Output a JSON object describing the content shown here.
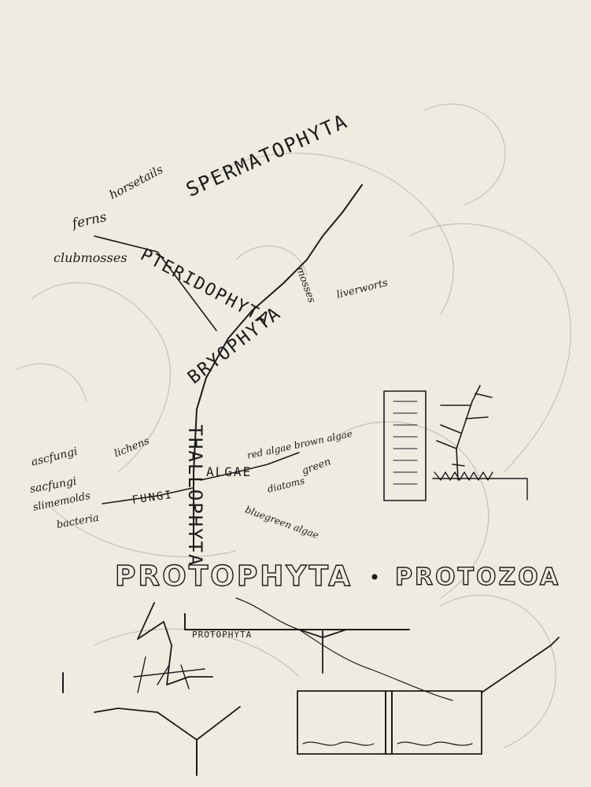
{
  "taxa": {
    "spermatophyta": "SPERMATOPHYTA",
    "pteridophyta": "PTERIDOPHYTA",
    "bryophyta": "BRYOPHYTA",
    "thallophyta": "THALLOPHYTA",
    "algae": "ALGAE",
    "fungi": "FUNGI",
    "protophyta": "PROTOPHYTA",
    "protozoa": "PROTOZOA",
    "protophyta_small": "PROTOPHYTA"
  },
  "notes": {
    "horsetails": "horsetails",
    "ferns": "ferns",
    "clubmosses": "clubmosses",
    "mosses": "mosses",
    "liverworts": "liverworts",
    "ascfungi": "ascfungi",
    "sacfungi": "sacfungi",
    "lichens": "lichens",
    "slimemolds": "slimemolds",
    "bacteria": "bacteria",
    "red_brown": "red algae brown algae",
    "green": "green",
    "diatoms": "diatoms",
    "bluegreen": "bluegreen algae"
  }
}
